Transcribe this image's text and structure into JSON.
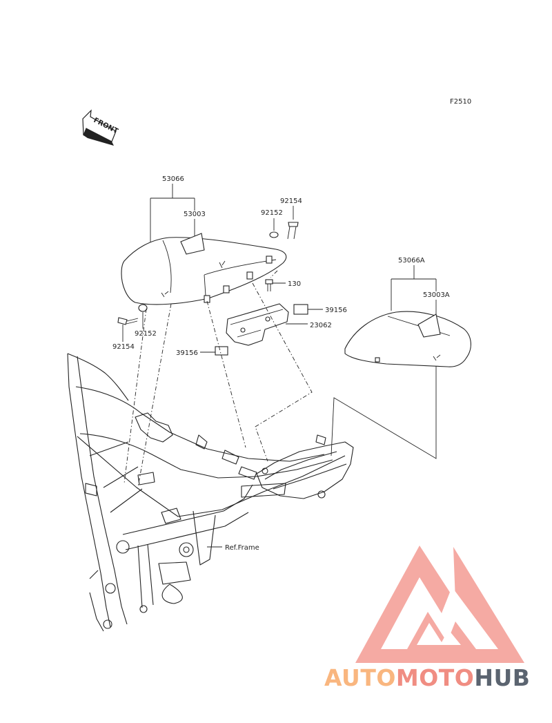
{
  "figure_code": "F2510",
  "front_arrow_label": "FRONT",
  "ref_label": "Ref.Frame",
  "callouts": {
    "seat_assy": "53066",
    "seat_cover": "53003",
    "bolt_left": "92154",
    "washer_left": "92152",
    "washer_right": "92152",
    "bolt_right": "92154",
    "screw": "130",
    "damper_right": "39156",
    "damper_left": "39156",
    "bracket": "23062",
    "cowl_assy": "53066A",
    "cowl_cover": "53003A"
  },
  "watermark": {
    "part1": "AUTO",
    "part2": "MOTO",
    "part3": "HUB",
    "colors": {
      "light": "#f9b67f",
      "salmon": "#f08d82",
      "slate": "#5b6470"
    }
  }
}
